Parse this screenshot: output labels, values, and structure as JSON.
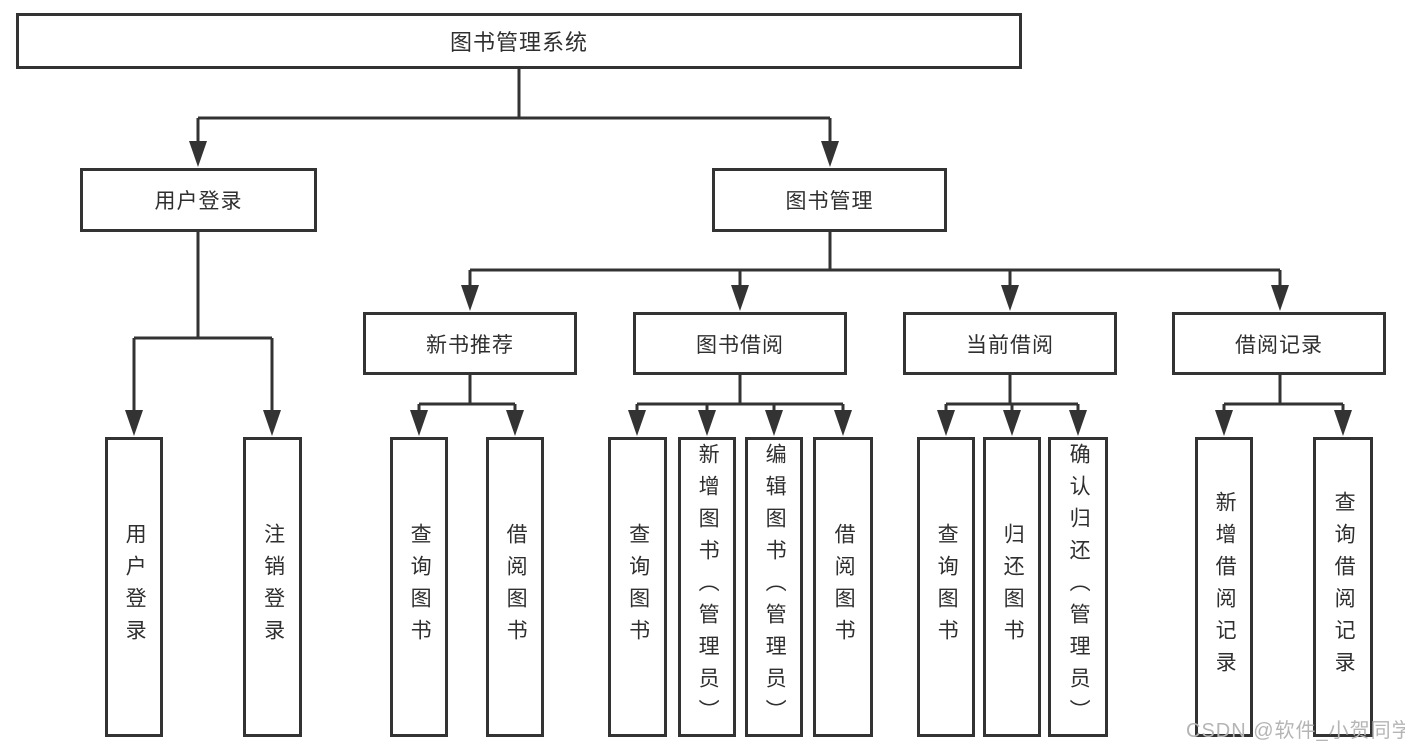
{
  "diagram": {
    "tree": {
      "label": "图书管理系统",
      "children": [
        {
          "label": "用户登录",
          "children": [
            {
              "label": "用户登录"
            },
            {
              "label": "注销登录"
            }
          ]
        },
        {
          "label": "图书管理",
          "children": [
            {
              "label": "新书推荐",
              "children": [
                {
                  "label": "查询图书"
                },
                {
                  "label": "借阅图书"
                }
              ]
            },
            {
              "label": "图书借阅",
              "children": [
                {
                  "label": "查询图书"
                },
                {
                  "label": "新增图书（管理员）"
                },
                {
                  "label": "编辑图书（管理员）"
                },
                {
                  "label": "借阅图书"
                }
              ]
            },
            {
              "label": "当前借阅",
              "children": [
                {
                  "label": "查询图书"
                },
                {
                  "label": "归还图书"
                },
                {
                  "label": "确认归还（管理员）"
                }
              ]
            },
            {
              "label": "借阅记录",
              "children": [
                {
                  "label": "新增借阅记录"
                },
                {
                  "label": "查询借阅记录"
                }
              ]
            }
          ]
        }
      ]
    }
  },
  "watermark": {
    "text": "CSDN @软件_小贺同学"
  },
  "colors": {
    "line": "#333333",
    "text": "#2f2f2f",
    "box_background": "#ffffff",
    "page_background": "#ffffff",
    "watermark": "#b5b5b5"
  }
}
